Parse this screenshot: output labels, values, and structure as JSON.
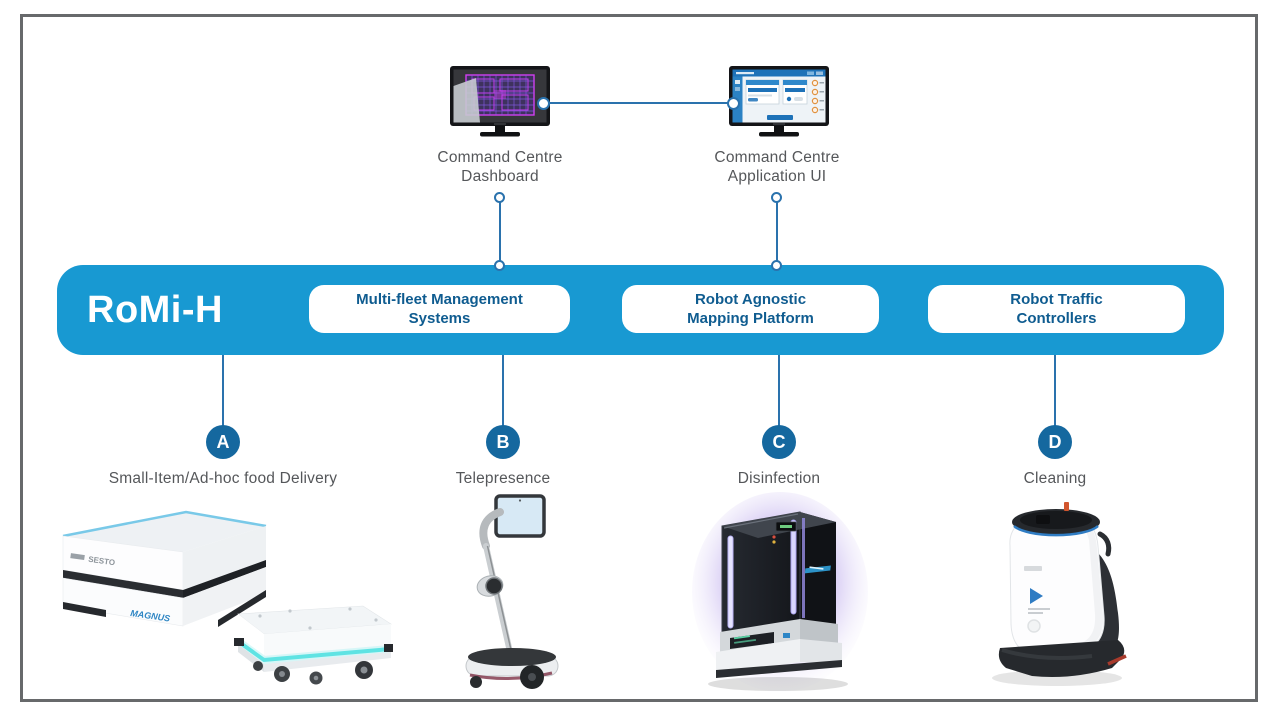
{
  "palette": {
    "bar_blue": "#1899d2",
    "connector_blue": "#2a72ad",
    "node_blue": "#15689f",
    "module_text_blue": "#0f5c90",
    "label_gray": "#55575a",
    "frame_gray": "#67696b",
    "uv_glow_purple": "#b39ce8",
    "robot_stripe_teal": "#5fe3e3"
  },
  "monitors": [
    {
      "id": "dashboard",
      "label_line1": "Command Centre",
      "label_line2": "Dashboard"
    },
    {
      "id": "application",
      "label_line1": "Command Centre",
      "label_line2": "Application UI"
    }
  ],
  "platform_bar": {
    "title": "RoMi-H",
    "modules": [
      {
        "line1": "Multi-fleet Management",
        "line2": "Systems"
      },
      {
        "line1": "Robot Agnostic",
        "line2": "Mapping Platform"
      },
      {
        "line1": "Robot Traffic",
        "line2": "Controllers"
      }
    ]
  },
  "use_cases": [
    {
      "letter": "A",
      "label": "Small-Item/Ad-hoc food Delivery",
      "image": "delivery-robots"
    },
    {
      "letter": "B",
      "label": "Telepresence",
      "image": "telepresence-robot"
    },
    {
      "letter": "C",
      "label": "Disinfection",
      "image": "uv-disinfection-robot"
    },
    {
      "letter": "D",
      "label": "Cleaning",
      "image": "floor-cleaning-robot"
    }
  ]
}
